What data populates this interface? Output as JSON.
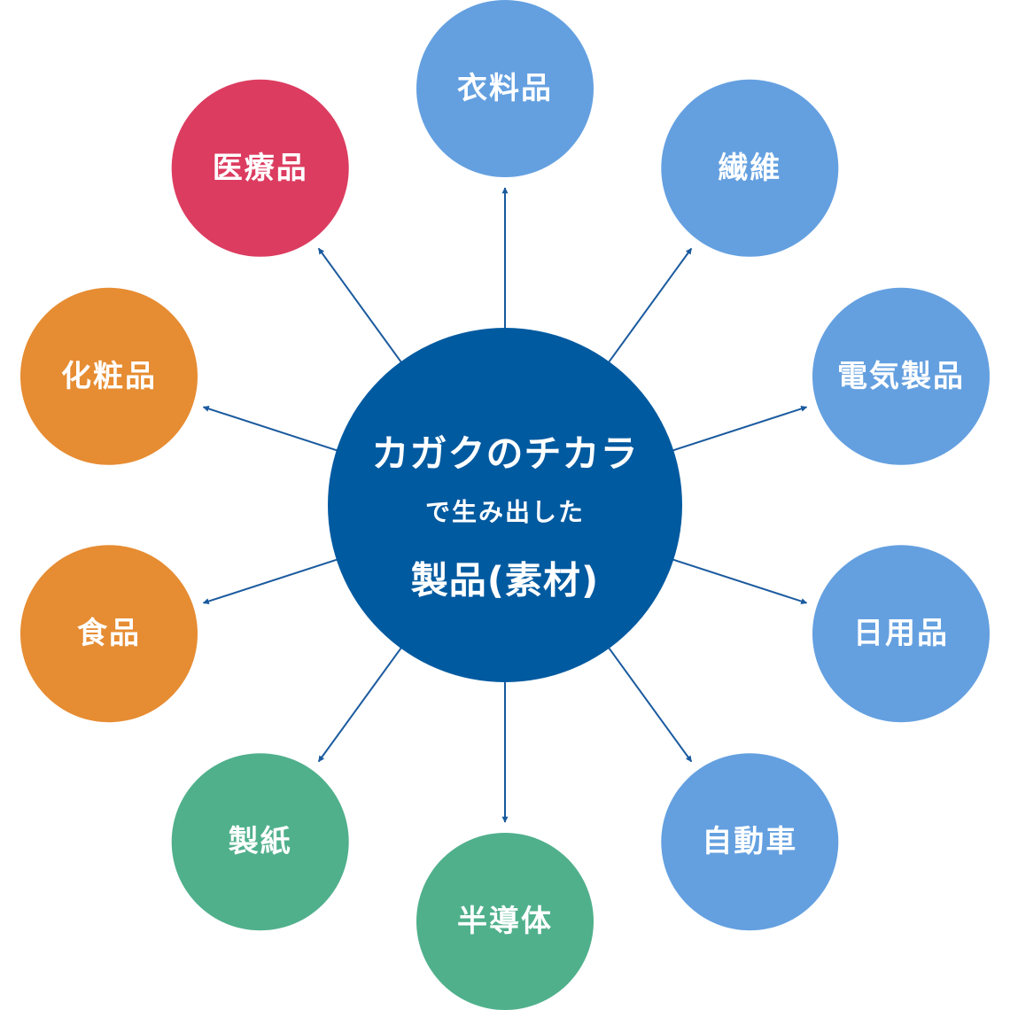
{
  "colors": {
    "center": "#005aa0",
    "arrow": "#1a5a9e",
    "blue": "#64a0e0",
    "red": "#dc3c60",
    "orange": "#e68c32",
    "green": "#50b08c"
  },
  "center": {
    "line1": "カガクのチカラ",
    "line2": "で生み出した",
    "line3": "製品(素材)"
  },
  "nodes": [
    {
      "id": "clothing",
      "label": "衣料品",
      "color": "blue"
    },
    {
      "id": "fiber",
      "label": "繊維",
      "color": "blue"
    },
    {
      "id": "electronics",
      "label": "電気製品",
      "color": "blue"
    },
    {
      "id": "daily-goods",
      "label": "日用品",
      "color": "blue"
    },
    {
      "id": "automobile",
      "label": "自動車",
      "color": "blue"
    },
    {
      "id": "semiconductor",
      "label": "半導体",
      "color": "green"
    },
    {
      "id": "papermaking",
      "label": "製紙",
      "color": "green"
    },
    {
      "id": "food",
      "label": "食品",
      "color": "orange"
    },
    {
      "id": "cosmetics",
      "label": "化粧品",
      "color": "orange"
    },
    {
      "id": "medical",
      "label": "医療品",
      "color": "red"
    }
  ]
}
